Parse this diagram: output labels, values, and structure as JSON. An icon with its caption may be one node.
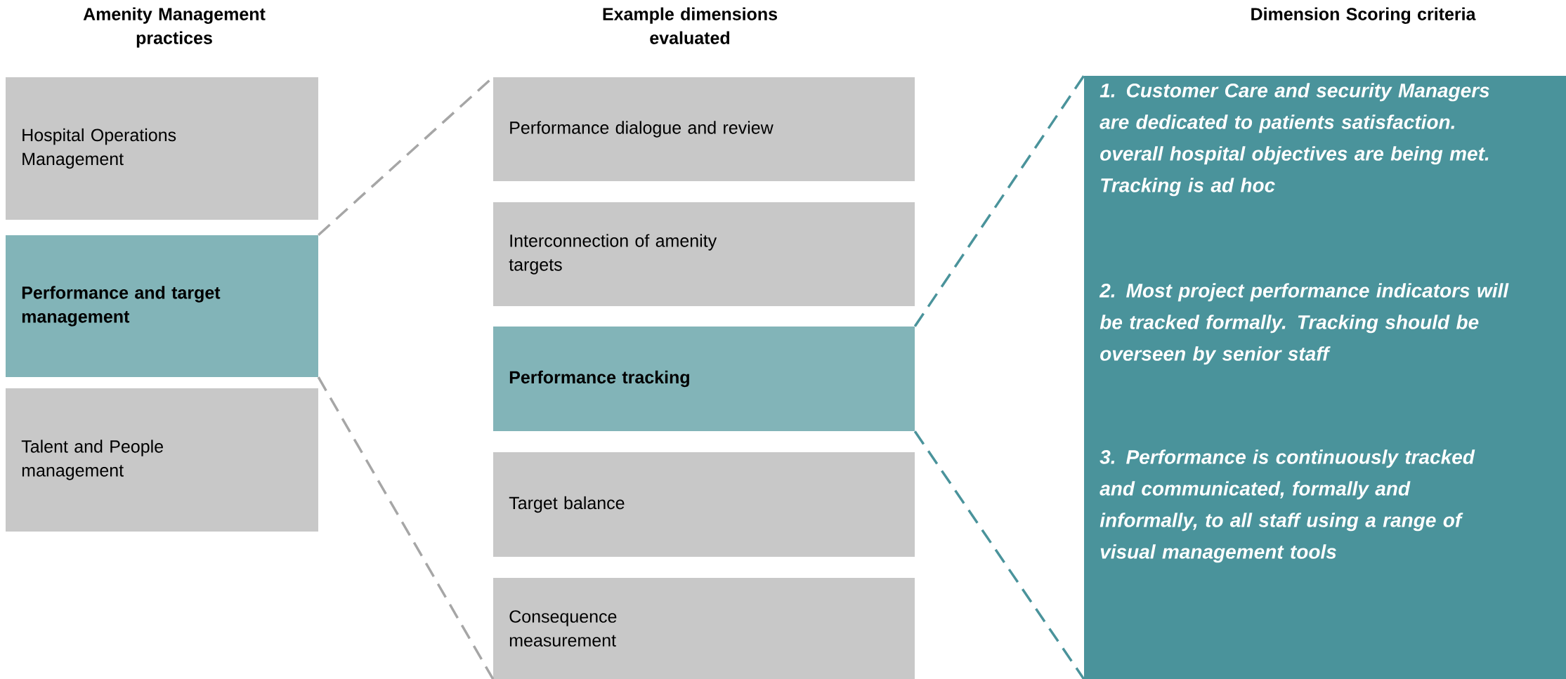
{
  "diagram": {
    "nodes": [
      {
        "text": [
          "Hospital Operations Management"
        ]
      },
      {
        "text": [
          "Performance and target management"
        ]
      },
      {
        "text": [
          "Talent and People management"
        ]
      },
      {
        "text": [
          "Performance dialogue and review"
        ]
      },
      {
        "text": [
          "Interconnection of amenity targets"
        ]
      },
      {
        "text": [
          "Performance tracking"
        ]
      },
      {
        "text": [
          "Target balance"
        ]
      },
      {
        "text": [
          "Consequence measurement"
        ]
      },
      {
        "text": [
          "1. Customer Care and security Managers are dedicated to patients satisfaction. overall hospital objectives are being met. Tracking is ad hoc",
          "2. Most project performance indicators will be tracked formally. Tracking should be overseen by senior staff",
          "3. Performance is continuously tracked and communicated, formally and informally, to all staff using a range of visual management tools"
        ]
      }
    ],
    "edges": [
      {
        "from": 1,
        "to": 3,
        "arrow": "none",
        "style": "dashed",
        "color": "#a6a6a6"
      },
      {
        "from": 1,
        "to": 7,
        "arrow": "none",
        "style": "dashed",
        "color": "#a6a6a6"
      },
      {
        "from": 5,
        "to": 8,
        "arrow": "none",
        "style": "dashed",
        "color": "#4a939b"
      },
      {
        "from": 5,
        "to": 8,
        "arrow": "none",
        "style": "dashed",
        "color": "#4a939b"
      }
    ],
    "labels": [
      "Amenity Management practices",
      "Example dimensions evaluated",
      "Dimension Scoring criteria"
    ]
  }
}
